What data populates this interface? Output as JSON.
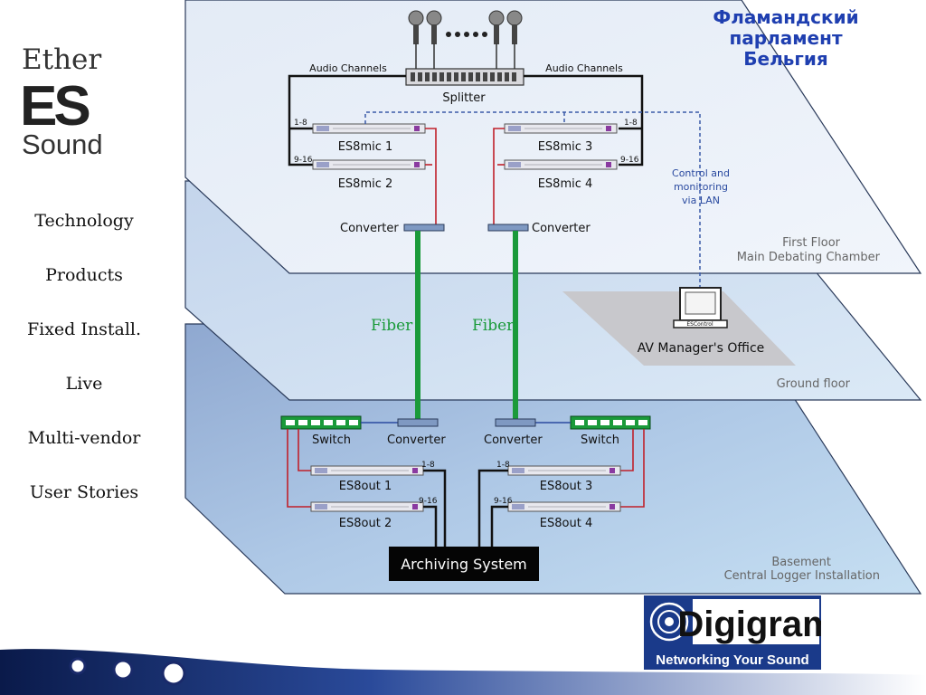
{
  "title": "Фламандский парламент Бельгия",
  "ether_logo": {
    "line1": "Ether",
    "mark": "ES",
    "line2": "Sound"
  },
  "nav": [
    "Technology",
    "Products",
    "Fixed Install.",
    "Live",
    "Multi-vendor",
    "User Stories"
  ],
  "floors": {
    "first": {
      "line1": "First Floor",
      "line2": "Main Debating Chamber"
    },
    "ground": {
      "line1": "Ground floor"
    },
    "basement": {
      "line1": "Basement",
      "line2": "Central Logger Installation"
    }
  },
  "labels": {
    "audio_left": "Audio Channels",
    "audio_right": "Audio Channels",
    "splitter": "Splitter",
    "mic1": "ES8mic 1",
    "mic2": "ES8mic 2",
    "mic3": "ES8mic 3",
    "mic4": "ES8mic 4",
    "ch_1_8": "1-8",
    "ch_9_16": "9-16",
    "converter": "Converter",
    "fiber": "Fiber",
    "control": [
      "Control and",
      "monitoring",
      "via LAN"
    ],
    "escontrol": "ESControl",
    "av_office": "AV Manager's Office",
    "switch": "Switch",
    "out1": "ES8out 1",
    "out2": "ES8out 2",
    "out3": "ES8out 3",
    "out4": "ES8out 4",
    "archiving": "Archiving System"
  },
  "digigram": {
    "name": "Digigram",
    "tagline": "Networking Your Sound"
  },
  "colors": {
    "fiber": "#1a9a3a",
    "title": "#1f3fb0",
    "red_link": "#c0202a",
    "lan": "#3a5aa8"
  }
}
